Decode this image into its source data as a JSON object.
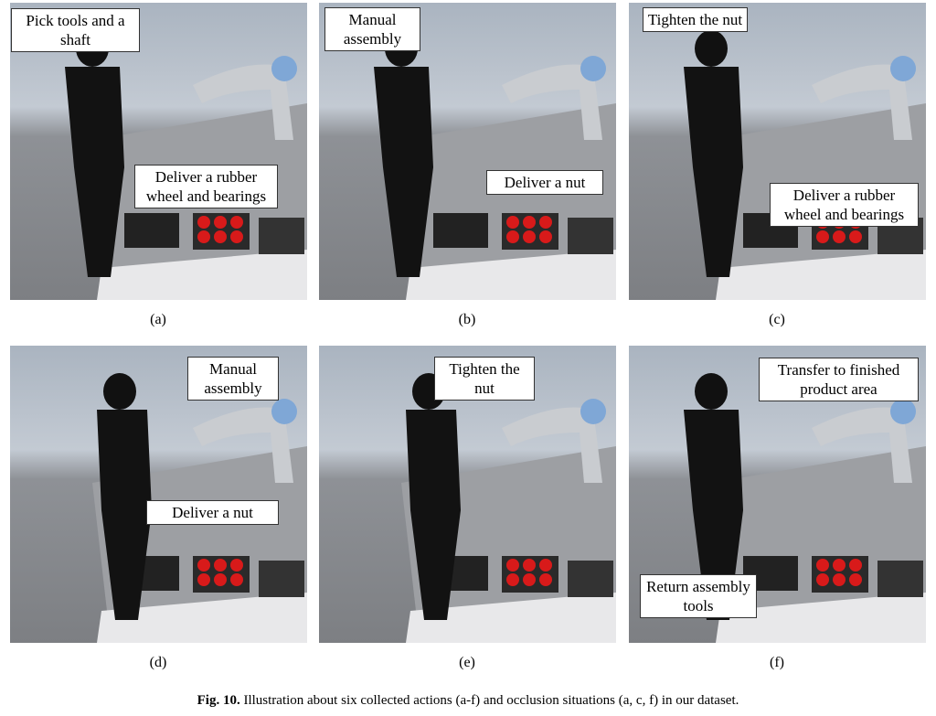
{
  "panels": [
    {
      "label": "(a)",
      "callouts": [
        "Pick tools and a shaft",
        "Deliver a rubber wheel and bearings"
      ]
    },
    {
      "label": "(b)",
      "callouts": [
        "Manual assembly",
        "Deliver a nut"
      ]
    },
    {
      "label": "(c)",
      "callouts": [
        "Tighten the nut",
        "Deliver a rubber wheel and bearings"
      ]
    },
    {
      "label": "(d)",
      "callouts": [
        "Manual assembly",
        "Deliver a nut"
      ]
    },
    {
      "label": "(e)",
      "callouts": [
        "Tighten the nut"
      ]
    },
    {
      "label": "(f)",
      "callouts": [
        "Transfer to finished product area",
        "Return assembly tools"
      ]
    }
  ],
  "caption": {
    "prefix": "Fig. 10.",
    "text": " Illustration about six collected actions (a-f) and occlusion situations (a, c, f) in our dataset."
  }
}
